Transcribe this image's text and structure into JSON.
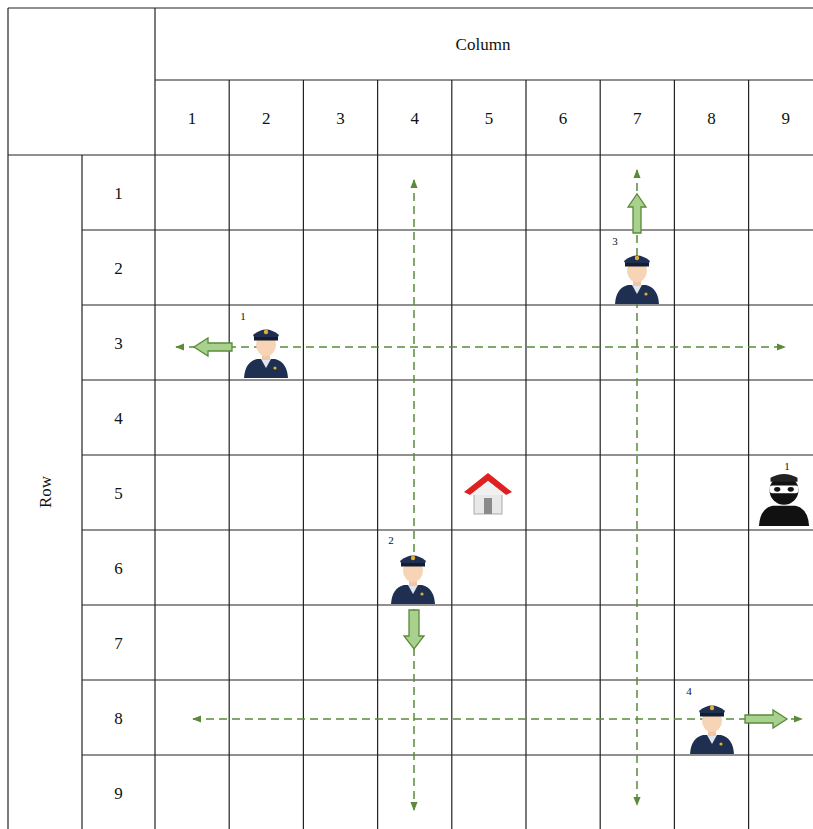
{
  "diagram": {
    "labels": [
      "Column",
      "1",
      "2",
      "3",
      "4",
      "5",
      "6",
      "7",
      "8",
      "9",
      "Row",
      "1",
      "2",
      "3",
      "4",
      "5",
      "6",
      "7",
      "8",
      "9",
      "3",
      "1",
      "1",
      "2",
      "4"
    ]
  }
}
